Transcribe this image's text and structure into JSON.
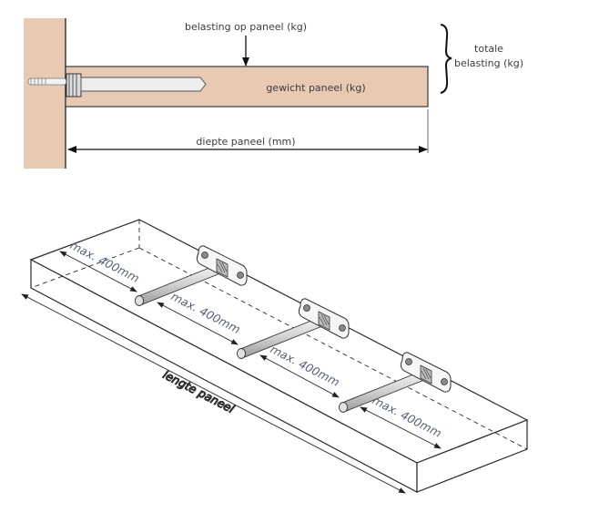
{
  "side_view": {
    "load_on_panel_label": "belasting op paneel (kg)",
    "panel_weight_label": "gewicht paneel (kg)",
    "total_load_label_line1": "totale",
    "total_load_label_line2": "belasting (kg)",
    "panel_depth_label": "diepte paneel (mm)",
    "colors": {
      "wood": "#e8c9b2",
      "outline": "#3a3a3a",
      "dowel": "#eeeeee"
    }
  },
  "isometric_view": {
    "spacing_labels": [
      "max. 400mm",
      "max. 400mm",
      "max. 400mm",
      "max. 400mm"
    ],
    "panel_length_label": "lengte paneel",
    "bracket_count": 3,
    "colors": {
      "label": "#55627a",
      "outline": "#2a2a2a",
      "rod": "#d9d9d9"
    }
  }
}
